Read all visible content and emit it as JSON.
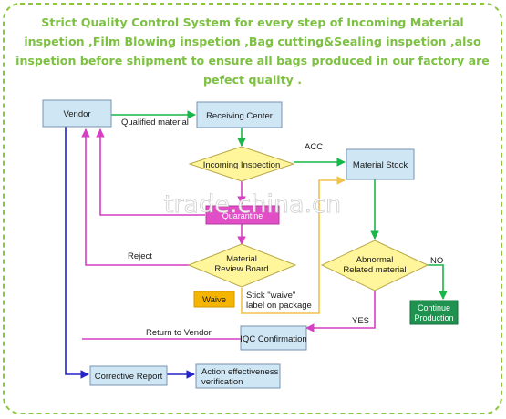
{
  "title_lines": [
    "Strict Quality Control System for every step of Incoming Material",
    "inspetion ,Film Blowing inspetion ,Bag cutting&Sealing inspetion ,also",
    "inspetion before shipment to ensure all bags produced in our factory are",
    "pefect quality ."
  ],
  "nodes": {
    "vendor": "Vendor",
    "receiving_center": "Receiving Center",
    "incoming_inspection": "Incoming Inspection",
    "material_stock": "Material Stock",
    "quarantine": "Quarantine",
    "material_review_board": [
      "Material",
      "Review Board"
    ],
    "abnormal_related_material": [
      "Abnormal",
      "Related material"
    ],
    "continue_production": [
      "Continue",
      "Production"
    ],
    "waive": "Waive",
    "stick_waive_note": [
      "Stick \"waive\"",
      "label on package"
    ],
    "iqc_confirmation": "IQC Confirmation",
    "corrective_report": "Corrective Report",
    "action_effectiveness": [
      "Action effectiveness",
      "verification"
    ]
  },
  "edge_labels": {
    "qualified_material": "Qualified material",
    "acc": "ACC",
    "reject": "Reject",
    "no": "NO",
    "yes": "YES",
    "return_to_vendor": "Return to Vendor"
  },
  "watermark": "trade.china.cn",
  "colors": {
    "title": "#7dc142",
    "frame_dashed": "#8cc63f",
    "box_fill": "#cfe6f5",
    "box_stroke": "#7a93b0",
    "diamond_fill": "#fff59a",
    "diamond_stroke": "#b9a84a",
    "green_arrow": "#19b64a",
    "magenta_arrow": "#d63fc3",
    "blue_arrow": "#2323c8",
    "yellow_line": "#f2c14a",
    "waive_fill": "#f4b400",
    "continue_fill": "#1f9250",
    "quarantine_fill": "#e14ec6"
  }
}
